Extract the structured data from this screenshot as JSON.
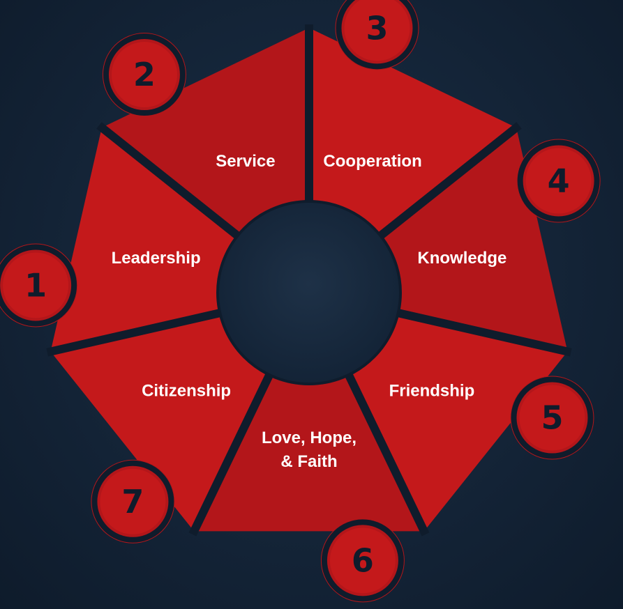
{
  "colors": {
    "background": "#15263a",
    "segment": "#c4191b",
    "segment_alt": "#b3161a",
    "ring_dark": "#0f1c2c",
    "label": "#ffffff"
  },
  "center_logo_text": "",
  "segments": [
    {
      "number": "1",
      "label_lines": [
        "Leadership"
      ]
    },
    {
      "number": "2",
      "label_lines": [
        "Service"
      ]
    },
    {
      "number": "3",
      "label_lines": [
        "Cooperation"
      ]
    },
    {
      "number": "4",
      "label_lines": [
        "Knowledge"
      ]
    },
    {
      "number": "5",
      "label_lines": [
        "Friendship"
      ]
    },
    {
      "number": "6",
      "label_lines": [
        "Love, Hope,",
        "& Faith"
      ]
    },
    {
      "number": "7",
      "label_lines": [
        "Citizenship"
      ]
    }
  ]
}
